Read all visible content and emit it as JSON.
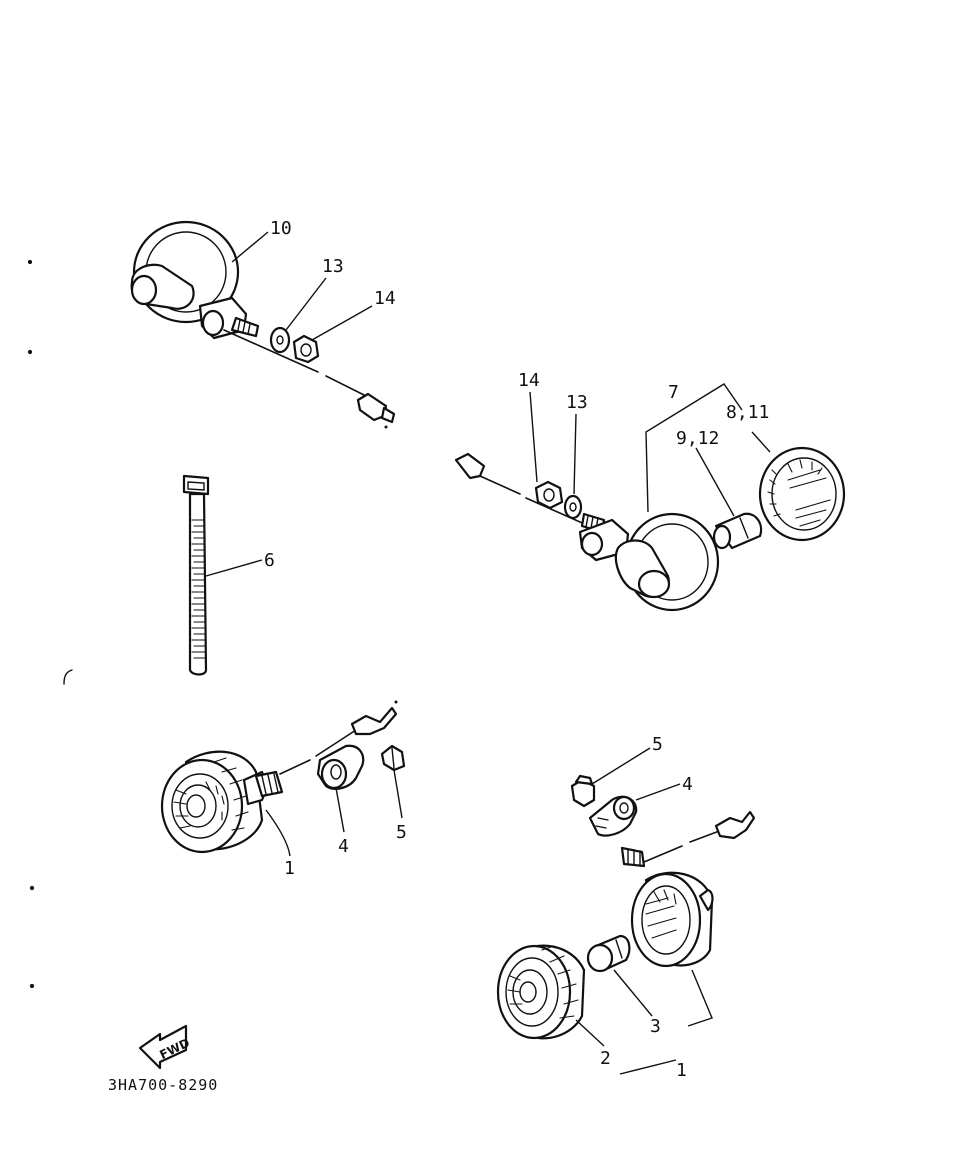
{
  "labels": {
    "rear_lamp": "10",
    "rear_washer": "13",
    "rear_nut": "14",
    "front_nut": "14",
    "front_washer": "13",
    "front_lamp": "7",
    "front_bulb": "9,12",
    "front_lens": "8,11",
    "tie": "6",
    "lower_left_lamp": "1",
    "lower_left_bracket": "4",
    "lower_left_nut": "5",
    "lower_right_nut": "5",
    "lower_right_bracket": "4",
    "lower_right_bulb": "3",
    "lower_right_lens": "2",
    "lower_right_lamp": "1"
  },
  "fwd_text": "FWD",
  "diagram_code": "3HA700-8290"
}
